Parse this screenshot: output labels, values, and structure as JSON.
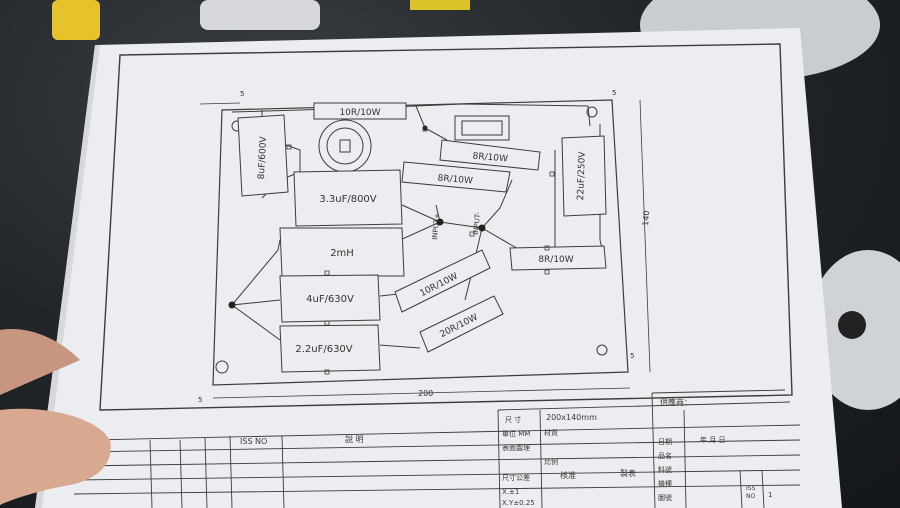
{
  "pcb": {
    "components": {
      "r_top": "10R/10W",
      "c_left": "8uF/600V",
      "c_mid": "3.3uF/800V",
      "r_8a": "8R/10W",
      "r_8b": "8R/10W",
      "c_right": "22uF/250V",
      "input_pos": "INPUT+",
      "input_neg": "INPUT-",
      "l_2mh": "2mH",
      "r_8c": "8R/10W",
      "c_4uf": "4uF/630V",
      "r_10r": "10R/10W",
      "c_22uf": "2.2uF/630V",
      "r_20r": "20R/10W"
    },
    "dims": {
      "width": "200",
      "height": "140",
      "dim5_tl": "5",
      "dim5_tr": "5",
      "dim5_bl": "5",
      "dim5_br": "5"
    }
  },
  "title_block": {
    "supplier": "供應商：",
    "size_label": "尺 寸",
    "size_value": "200x140mm",
    "unit_label": "單位 MM",
    "material": "材質",
    "surface": "表面處理",
    "ratio": "比例",
    "tol_label": "尺寸公差",
    "tol_x": "X.±1",
    "tol_xy": "X.Y±0.25",
    "approve": "核准",
    "drawn": "製表",
    "date": "日期",
    "date_value": "年 月 日",
    "part_name": "品名",
    "part_no": "料號",
    "model": "機種",
    "drawing_no": "圖號",
    "iss_no": "ISS NO",
    "desc": "說 明",
    "iss": "ISS",
    "iss_value": "1",
    "no_label": "NO"
  },
  "colors": {
    "paper": "#ecedf1",
    "ink": "#3c3c3c",
    "background": "#1e2226",
    "skin": "#d9a891"
  }
}
